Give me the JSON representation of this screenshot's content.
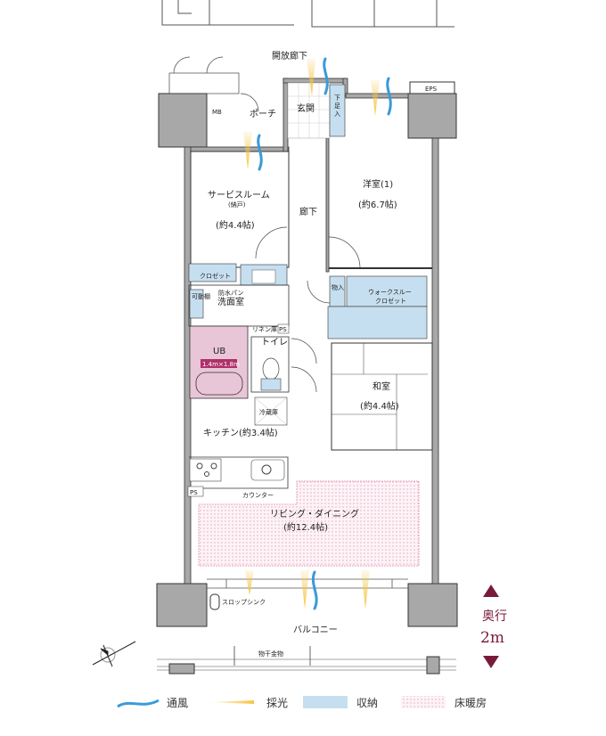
{
  "plan": {
    "corridor": "開放廊下",
    "eps": "EPS",
    "mb": "MB",
    "porch": "ポーチ",
    "entrance": "玄関",
    "shoe_storage": "下足入",
    "service_room": {
      "name": "サービスルーム",
      "sub": "(納戸)",
      "size": "(約4.4帖)"
    },
    "hallway": "廊下",
    "western_room": {
      "name": "洋室(1)",
      "size": "(約6.7帖)"
    },
    "closet": "クロゼット",
    "storage": "物入",
    "walk_through_closet": [
      "ウォークスルー",
      "クロゼット"
    ],
    "washroom": "洗面室",
    "waterproof_pan": "防水パン",
    "movable_shelf": "可動棚",
    "linen": "リネン庫",
    "ps": "PS",
    "toilet": "トイレ",
    "ub": {
      "name": "UB",
      "size": "1.4m×1.8m"
    },
    "japanese_room": {
      "name": "和室",
      "size": "(約4.4帖)"
    },
    "fridge": "冷蔵庫",
    "kitchen": "キッチン(約3.4帖)",
    "counter": "カウンター",
    "ps2": "PS",
    "living": {
      "name": "リビング・ダイニング",
      "size": "(約12.4帖)"
    },
    "slop_sink": "スロップシンク",
    "balcony": "バルコニー",
    "laundry_hardware": "物干金物",
    "depth": {
      "label": "奥行",
      "value": "2m"
    }
  },
  "legend": [
    {
      "label": "通風",
      "icon": "wind-icon",
      "color": "#3a9ad9"
    },
    {
      "label": "採光",
      "icon": "light-icon",
      "color": "#f5c542"
    },
    {
      "label": "収納",
      "icon": "storage-swatch",
      "color": "#c6dff0"
    },
    {
      "label": "床暖房",
      "icon": "floor-heating-swatch",
      "color": "#f3d6e3"
    }
  ],
  "colors": {
    "wall": "#a8a8a8",
    "storage": "#c6dff0",
    "ub": "#e8c6d8",
    "ub_tag": "#b0306a",
    "depth": "#7a1a3a"
  }
}
